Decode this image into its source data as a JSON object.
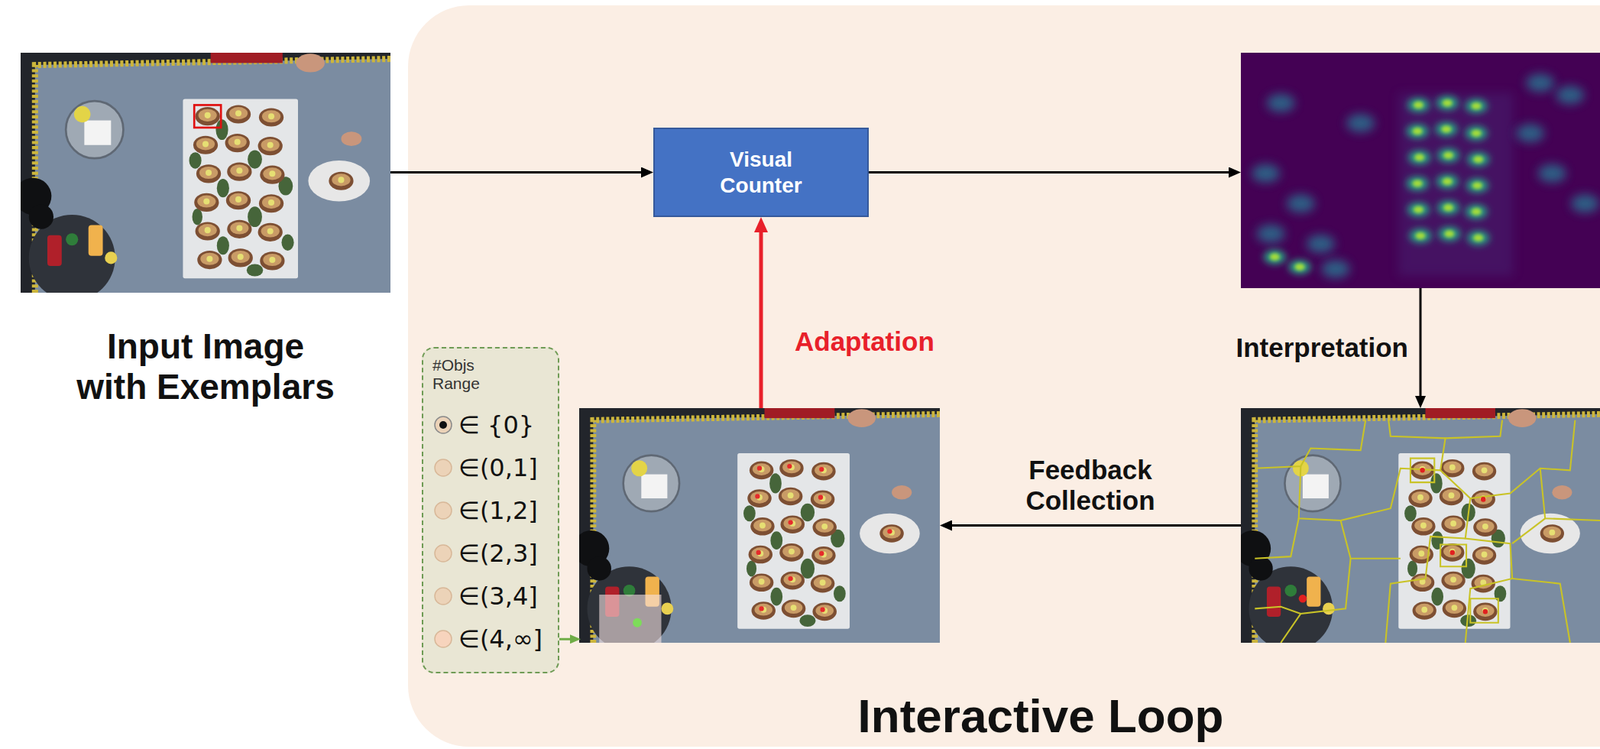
{
  "diagram": {
    "nodes": [
      {
        "text": [
          "Interactive Loop"
        ]
      },
      {
        "text": [
          "Input Image with Exemplars"
        ]
      },
      {
        "text": [
          "Visual Counter"
        ],
        "in": 0
      },
      {
        "text": [],
        "in": 0
      },
      {
        "text": [],
        "in": 0
      },
      {
        "text": [],
        "in": 0
      },
      {
        "text": [
          "#Objs Range",
          "∈ {0}",
          "∈(0,1]",
          "∈(1,2]",
          "∈(2,3]",
          "∈(3,4]",
          "∈(4,∞]"
        ],
        "in": 0
      }
    ],
    "edges": [
      {
        "from": 1,
        "to": 2,
        "arrow": "to"
      },
      {
        "from": 2,
        "to": 3,
        "arrow": "to"
      },
      {
        "from": 3,
        "to": 4,
        "label": "Interpretation",
        "arrow": "to"
      },
      {
        "from": 4,
        "to": 5,
        "label": "Feedback Collection",
        "arrow": "to"
      },
      {
        "from": 5,
        "to": 2,
        "label": "Adaptation",
        "arrow": "to"
      },
      {
        "from": 6,
        "to": 5,
        "arrow": "to"
      }
    ]
  }
}
